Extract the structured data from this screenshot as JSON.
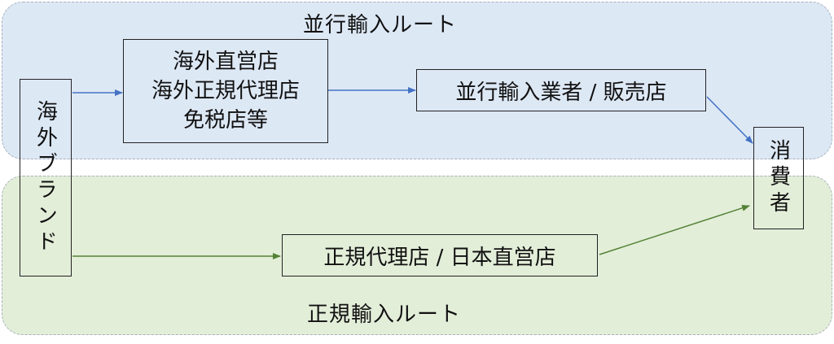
{
  "colors": {
    "parallel_bg": "#dde8f5",
    "official_bg": "#e3eed9",
    "parallel_arrow": "#4472c4",
    "official_arrow": "#548235"
  },
  "regions": {
    "parallel": {
      "label": "並行輸入ルート"
    },
    "official": {
      "label": "正規輸入ルート"
    }
  },
  "nodes": {
    "brand": {
      "label": "海外ブランド"
    },
    "overseas_stores": {
      "lines": [
        "海外直営店",
        "海外正規代理店",
        "免税店等"
      ]
    },
    "parallel_importer": {
      "label": "並行輸入業者 / 販売店"
    },
    "official_agent": {
      "label": "正規代理店 / 日本直営店"
    },
    "consumer": {
      "label": "消費者"
    }
  },
  "edges": [
    {
      "from": "brand",
      "to": "overseas_stores",
      "route": "parallel"
    },
    {
      "from": "overseas_stores",
      "to": "parallel_importer",
      "route": "parallel"
    },
    {
      "from": "parallel_importer",
      "to": "consumer",
      "route": "parallel"
    },
    {
      "from": "brand",
      "to": "official_agent",
      "route": "official"
    },
    {
      "from": "official_agent",
      "to": "consumer",
      "route": "official"
    }
  ]
}
